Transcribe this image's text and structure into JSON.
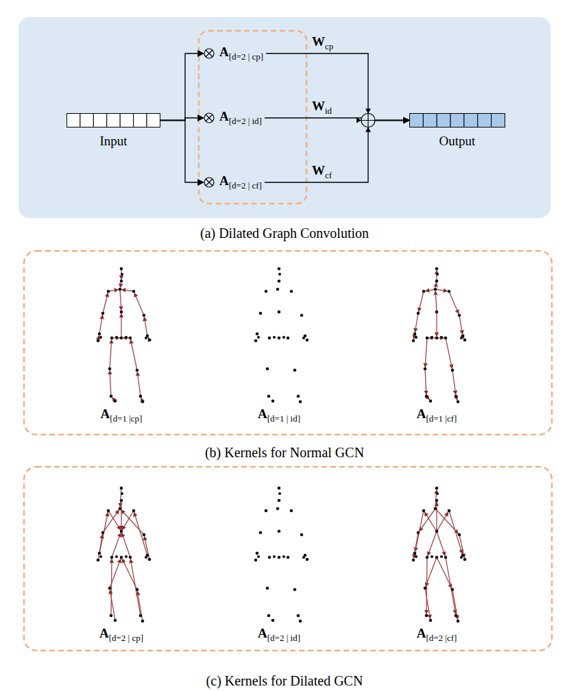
{
  "diagram": {
    "nodes": [
      {
        "text": [
          "Input"
        ]
      },
      {
        "text": [
          "A[d=2 | cp]"
        ]
      },
      {
        "text": [
          "A[d=2 | id]"
        ]
      },
      {
        "text": [
          "A[d=2 | cf]"
        ]
      },
      {
        "text": [
          "Output"
        ]
      }
    ],
    "edges": [
      {
        "from": 0,
        "to": 1,
        "arrow": "to"
      },
      {
        "from": 0,
        "to": 2,
        "arrow": "to"
      },
      {
        "from": 0,
        "to": 3,
        "arrow": "to"
      },
      {
        "from": 1,
        "to": 4,
        "arrow": "to",
        "label": "Wcp"
      },
      {
        "from": 2,
        "to": 4,
        "arrow": "to",
        "label": "Wid"
      },
      {
        "from": 3,
        "to": 4,
        "arrow": "to",
        "label": "Wcf"
      }
    ],
    "labels": [
      "(a) Dilated Graph Convolution",
      "A[d=1 |cp]",
      "A[d=1 | id]",
      "A[d=1 |cf]",
      "(b) Kernels for Normal GCN",
      "A[d=2 | cp]",
      "A[d=2 | id]",
      "A[d=2 |cf]",
      "(c) Kernels for Dilated GCN"
    ]
  }
}
